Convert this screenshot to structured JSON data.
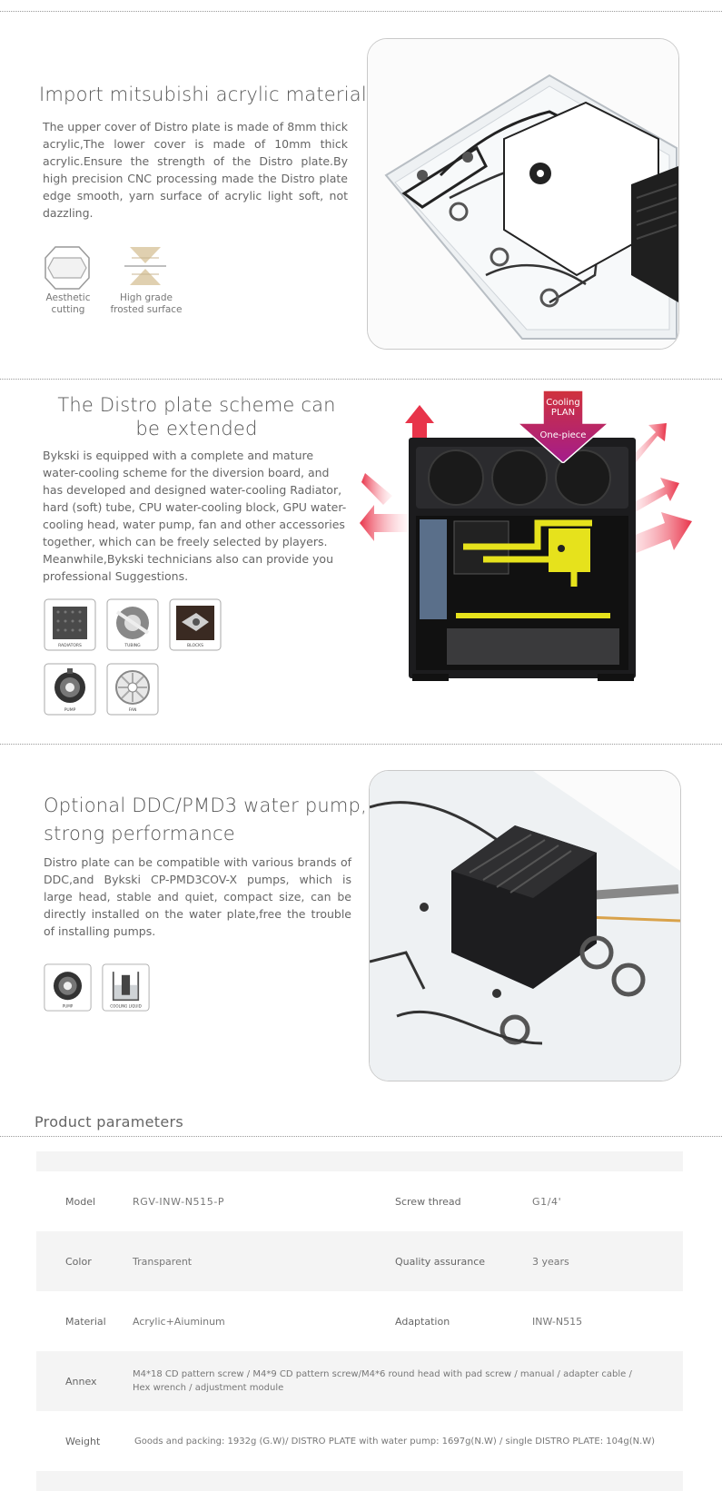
{
  "section1": {
    "title": "Import mitsubishi acrylic material",
    "body": "The upper cover of Distro plate is made of 8mm thick acrylic,The lower cover is made of 10mm thick acrylic.Ensure the strength of the Distro plate.By high precision CNC processing made the Distro plate edge smooth, yarn surface of acrylic light soft, not dazzling.",
    "features": [
      {
        "icon": "hexagon-icon",
        "label_line1": "Aesthetic",
        "label_line2": "cutting"
      },
      {
        "icon": "frosted-surface-icon",
        "label_line1": "High grade",
        "label_line2": "frosted surface"
      }
    ]
  },
  "section2": {
    "title_line1": "The Distro plate scheme can",
    "title_line2": "be extended",
    "body": "Bykski is equipped with a complete and mature water-cooling scheme for the diversion board, and has developed and designed water-cooling Radiator, hard (soft) tube, CPU water-cooling block, GPU water-cooling head, water pump, fan and other accessories together, which can be freely selected by players. Meanwhile,Bykski technicians also can provide you professional Suggestions.",
    "tiles": [
      {
        "icon": "radiator-icon",
        "label": "RADIATORS"
      },
      {
        "icon": "tubing-icon",
        "label": "TUBING"
      },
      {
        "icon": "blocks-icon",
        "label": "BLOCKS"
      },
      {
        "icon": "pump-icon",
        "label": "PUMP"
      },
      {
        "icon": "fan-icon",
        "label": "FAN"
      }
    ],
    "badge": {
      "line1": "Cooling",
      "line2": "PLAN",
      "line3": "One-piece"
    }
  },
  "section3": {
    "title_line1": "Optional DDC/PMD3 water pump,",
    "title_line2": "strong performance",
    "body": "Distro plate can be compatible with various brands of DDC,and Bykski CP-PMD3COV-X pumps, which is large head, stable and quiet, compact size, can be directly installed on the water plate,free the trouble of installing pumps.",
    "tiles": [
      {
        "icon": "pump-icon",
        "label": "PUMP"
      },
      {
        "icon": "cooling-liquid-icon",
        "label": "COOLING LIQUID"
      }
    ]
  },
  "params": {
    "title": "Product parameters",
    "rows": [
      {
        "k1": "Model",
        "v1": "RGV-INW-N515-P",
        "k2": "Screw thread",
        "v2": "G1/4'"
      },
      {
        "k1": "Color",
        "v1": "Transparent",
        "k2": "Quality assurance",
        "v2": "3 years"
      },
      {
        "k1": "Material",
        "v1": "Acrylic+Aiuminum",
        "k2": "Adaptation",
        "v2": "INW-N515"
      },
      {
        "k1": "Annex",
        "v1": "M4*18 CD pattern screw / M4*9 CD pattern screw/M4*6 round head with pad screw / manual / adapter cable / Hex wrench / adjustment module"
      },
      {
        "k1": "Weight",
        "v1": "Goods and packing: 1932g (G.W)/ DISTRO PLATE with water pump: 1697g(N.W) / single DISTRO PLATE: 104g(N.W)"
      }
    ]
  }
}
